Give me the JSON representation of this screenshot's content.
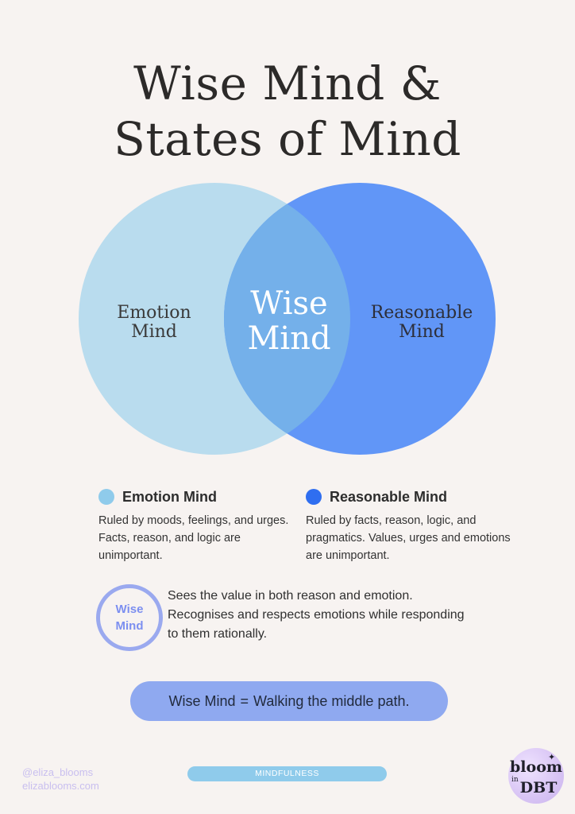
{
  "header": {
    "title_line1": "Wise Mind &",
    "title_line2": "States of Mind"
  },
  "venn": {
    "left_label_line1": "Emotion",
    "left_label_line2": "Mind",
    "center_label_line1": "Wise",
    "center_label_line2": "Mind",
    "right_label_line1": "Reasonable",
    "right_label_line2": "Mind",
    "colors": {
      "left_circle": "#b9dcee",
      "right_circle": "#6196f7",
      "overlap": "#74b0ea"
    }
  },
  "legend": {
    "emotion": {
      "title": "Emotion Mind",
      "description": "Ruled by moods, feelings, and urges. Facts, reason, and logic are unimportant.",
      "color": "#8fcbeb"
    },
    "reasonable": {
      "title": "Reasonable Mind",
      "description": "Ruled by facts, reason, logic, and pragmatics. Values, urges and emotions are unimportant.",
      "color": "#2f6ef0"
    }
  },
  "wise_mind": {
    "badge_line1": "Wise",
    "badge_line2": "Mind",
    "description": "Sees the value in both reason and emotion. Recognises and respects emotions while responding to them rationally."
  },
  "middle_path": {
    "left": "Wise Mind",
    "equals": "=",
    "right": "Walking the middle path."
  },
  "footer": {
    "handle": "@eliza_blooms",
    "website": "elizablooms.com",
    "category": "MINDFULNESS",
    "logo_line1": "bloom",
    "logo_line2": "in",
    "logo_line3": "DBT",
    "logo_sparkle": "✦"
  }
}
